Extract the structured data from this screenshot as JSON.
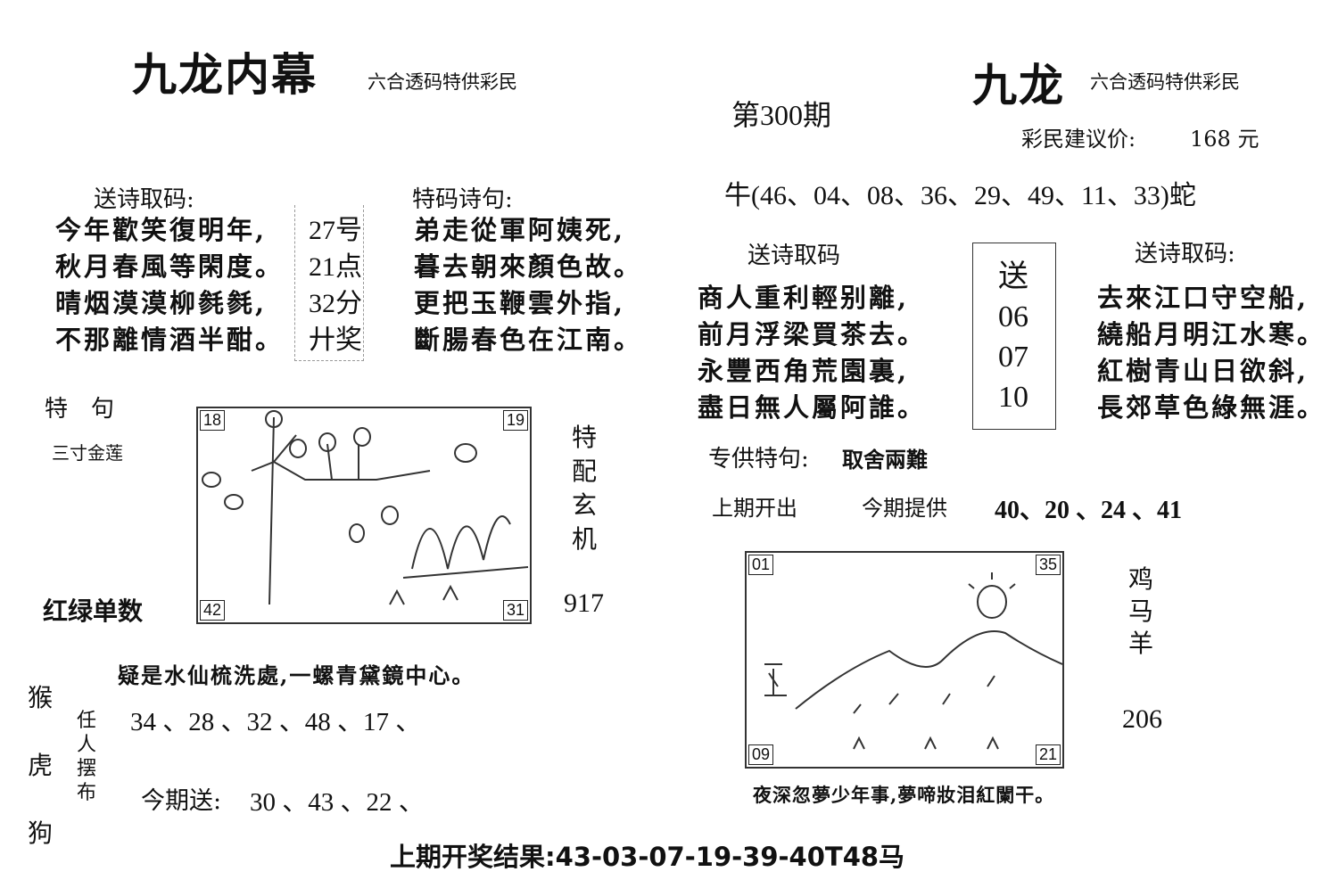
{
  "left": {
    "title": "九龙内幕",
    "subtitle": "六合透码特供彩民",
    "poem_heading": "送诗取码:",
    "poem": [
      "今年歡笑復明年,",
      "秋月春風等閑度。",
      "晴烟漠漠柳毵毵,",
      "不那離情酒半酣。"
    ],
    "center_box": [
      "27号",
      "21点",
      "32分",
      "廾奖"
    ],
    "special_heading": "特码诗句:",
    "special_poem": [
      "弟走從軍阿姨死,",
      "暮去朝來顏色故。",
      "更把玉鞭雲外指,",
      "斷腸春色在江南。"
    ],
    "te_ju_label": "特　句",
    "te_ju_value": "三寸金莲",
    "picture_corners": [
      "18",
      "19",
      "42",
      "31"
    ],
    "side_vertical": [
      "特",
      "配",
      "玄",
      "机"
    ],
    "side_number": "917",
    "red_green_label": "红绿单数",
    "zodiac_vertical": [
      "猴",
      "虎",
      "狗"
    ],
    "poem_line": "疑是水仙梳洗處,一螺青黛鏡中心。",
    "renren_label": [
      "任",
      "人",
      "摆",
      "布"
    ],
    "renren_numbers": "34 、28 、32 、48 、17 、",
    "send_label": "今期送:",
    "send_numbers": "30 、43 、22 、"
  },
  "right": {
    "title": "九龙",
    "subtitle": "六合透码特供彩民",
    "issue": "第300期",
    "price_label": "彩民建议价:",
    "price_value": "168 元",
    "zodiac_line": "牛(46、04、08、36、29、49、11、33)蛇",
    "poem_heading_left": "送诗取码",
    "poem_left": [
      "商人重利輕别離,",
      "前月浮梁買茶去。",
      "永豐西角荒園裏,",
      "盡日無人屬阿誰。"
    ],
    "center_box": [
      "送",
      "06",
      "07",
      "10"
    ],
    "poem_heading_right": "送诗取码:",
    "poem_right": [
      "去來江口守空船,",
      "繞船月明江水寒。",
      "紅樹青山日欲斜,",
      "長郊草色綠無涯。"
    ],
    "special_label": "专供特句:",
    "special_value": "取舍兩難",
    "last_label": "上期开出",
    "provide_label": "今期提供",
    "provide_numbers": "40、20 、24 、41",
    "picture_corners": [
      "01",
      "35",
      "09",
      "21"
    ],
    "side_vertical": [
      "鸡",
      "马",
      "羊"
    ],
    "side_number": "206",
    "poem_line": "夜深忽夢少年事,夢啼妝泪紅闌干。"
  },
  "footer": {
    "result": "上期开奖结果:43-03-07-19-39-40T48马"
  }
}
